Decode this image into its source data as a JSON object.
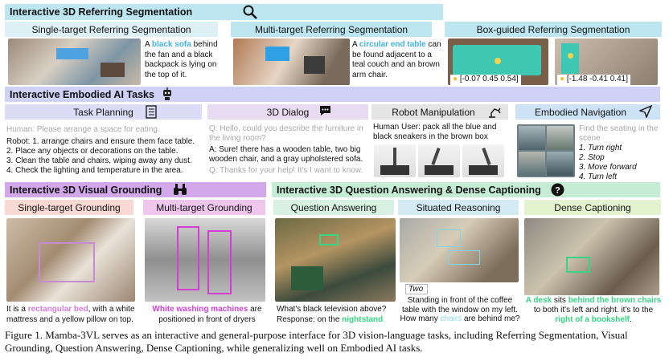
{
  "sections": {
    "referring": {
      "title": "Interactive 3D Referring Segmentation",
      "color": "#bde6f1"
    },
    "embodied": {
      "title": "Interactive Embodied AI Tasks",
      "color": "#cfd1f6"
    },
    "grounding": {
      "title": "Interactive 3D Visual Grounding",
      "color": "#d3a8ea"
    },
    "qa": {
      "title": "Interactive 3D Question Answering & Dense Captioning",
      "color": "#c5edd6"
    }
  },
  "referring": {
    "single": {
      "title": "Single-target Referring Segmentation",
      "pre": "A ",
      "highlight": "black sofa",
      "post": " behind the fan and a black backpack is lying on the top of it."
    },
    "multi": {
      "title": "Multi-target Referring Segmentation",
      "pre": "A ",
      "highlight": "circular end table",
      "post": " can be found adjacent to a teal couch and an brown arm chair."
    },
    "box": {
      "title": "Box-guided Referring Segmentation",
      "coord1": "[-0.07 0.45 0.54]",
      "coord2": "[-1.48 -0.41 0.41]"
    }
  },
  "embodied": {
    "task_planning": {
      "title": "Task Planning",
      "human": "Human: Please arrange a space for eating.",
      "robot": [
        "Robot: 1. arrange chairs and ensure them face table.",
        "2. Place any objects or decorations on the table.",
        "3. Clean the table and chairs, wiping away any dust.",
        "4. Check the lighting and temperature in the area."
      ]
    },
    "dialog": {
      "title": "3D Dialog",
      "q1": "Q: Hello, could you describe the furniture in the living room?",
      "a1": "A: Sure! there has a wooden table, two big wooden chair, and a gray upholstered sofa.",
      "q2": "Q: Thanks for your help! It's I want to know."
    },
    "robot": {
      "title": "Robot Manipulation",
      "text": "Human User: pack all the blue and black sneakers in the brown box"
    },
    "navigation": {
      "title": "Embodied Navigation",
      "prompt": "Find the seating in the scene",
      "steps": [
        "1. Turn right",
        "2. Stop",
        "3. Move forward",
        "4. Turn left"
      ]
    }
  },
  "grounding": {
    "single": {
      "title": "Single-target Grounding",
      "pre": "It is a ",
      "highlight": "rectangular bed",
      "post": ", with a white mattress and a yellow pillow on top."
    },
    "multi": {
      "title": "Multi-target Grounding",
      "highlight": "White washing machines",
      "post": " are positioned in front of dryers"
    }
  },
  "qa": {
    "question_answering": {
      "title": "Question Answering",
      "q": "What's black television above?",
      "resp_pre": "Response: on the ",
      "resp_highlight": "nightstand"
    },
    "situated": {
      "title": "Situated Reasoning",
      "badge": "Two",
      "line1": "Standing in front of the coffee table with the window on my left.",
      "q_pre": "How many ",
      "q_highlight": "chairs",
      "q_post": " are behind me?"
    },
    "dense": {
      "title": "Dense Captioning",
      "h1": "A desk",
      "t1": " sits ",
      "h2": "behind the brown chairs",
      "t2": " to both it's left and right. it's to the ",
      "h3": "right of a bookshelf",
      "t3": "."
    }
  },
  "caption": {
    "text": "Figure 1. Mamba-3VL serves as an interactive and general-purpose interface for 3D vision-language tasks, including Referring Segmentation, Visual Grounding, Question Answering, Dense Captioning, while generalizing well on Embodied AI tasks."
  },
  "icons": [
    "search-icon",
    "robot-icon",
    "checklist-icon",
    "chat-bubble-icon",
    "robot-arm-icon",
    "navigation-arrow-icon",
    "binoculars-icon",
    "question-mark-icon"
  ]
}
